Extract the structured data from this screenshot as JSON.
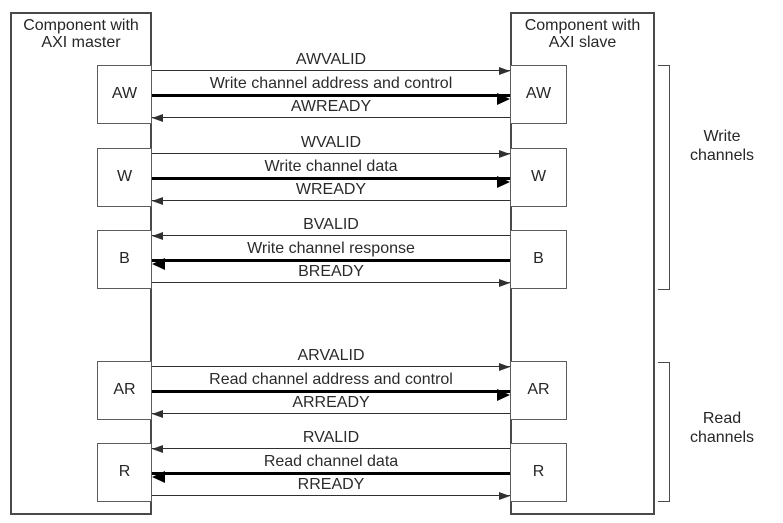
{
  "diagram": {
    "master": {
      "title": "Component with AXI master"
    },
    "slave": {
      "title": "Component with AXI slave"
    },
    "channels": [
      {
        "box": "AW",
        "signals": [
          {
            "label": "AWVALID",
            "dir": "right",
            "weight": "thin"
          },
          {
            "label": "Write channel address and control",
            "dir": "right",
            "weight": "thick"
          },
          {
            "label": "AWREADY",
            "dir": "left",
            "weight": "thin"
          }
        ]
      },
      {
        "box": "W",
        "signals": [
          {
            "label": "WVALID",
            "dir": "right",
            "weight": "thin"
          },
          {
            "label": "Write channel data",
            "dir": "right",
            "weight": "thick"
          },
          {
            "label": "WREADY",
            "dir": "left",
            "weight": "thin"
          }
        ]
      },
      {
        "box": "B",
        "signals": [
          {
            "label": "BVALID",
            "dir": "left",
            "weight": "thin"
          },
          {
            "label": "Write channel response",
            "dir": "left",
            "weight": "thick"
          },
          {
            "label": "BREADY",
            "dir": "right",
            "weight": "thin"
          }
        ]
      },
      {
        "box": "AR",
        "signals": [
          {
            "label": "ARVALID",
            "dir": "right",
            "weight": "thin"
          },
          {
            "label": "Read channel address and control",
            "dir": "right",
            "weight": "thick"
          },
          {
            "label": "ARREADY",
            "dir": "left",
            "weight": "thin"
          }
        ]
      },
      {
        "box": "R",
        "signals": [
          {
            "label": "RVALID",
            "dir": "left",
            "weight": "thin"
          },
          {
            "label": "Read channel data",
            "dir": "left",
            "weight": "thick"
          },
          {
            "label": "RREADY",
            "dir": "right",
            "weight": "thin"
          }
        ]
      }
    ],
    "groups": [
      {
        "label": "Write channels"
      },
      {
        "label": "Read channels"
      }
    ],
    "colors": {
      "background": "#ffffff",
      "box_border": "#4a4a4a",
      "thin_line": "#303030",
      "thick_line": "#000000",
      "text": "#262626"
    }
  }
}
